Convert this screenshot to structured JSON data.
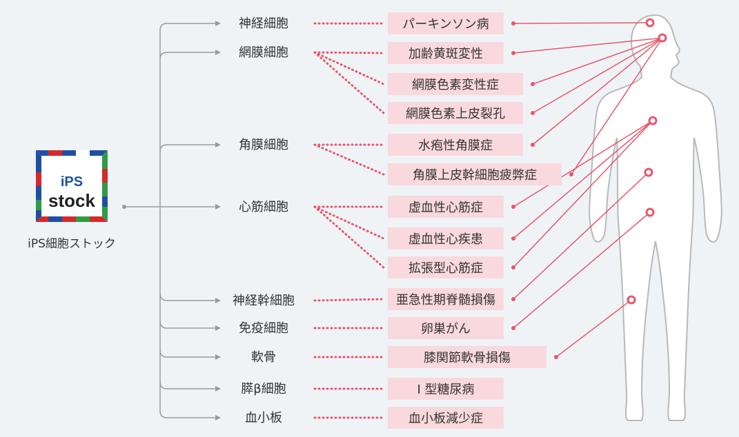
{
  "source": {
    "caption": "iPS細胞ストック",
    "logo_text_top": "iPS",
    "logo_text_bottom": "stock"
  },
  "cells": [
    {
      "label": "神経細胞",
      "diseases": [
        "パーキンソン病"
      ]
    },
    {
      "label": "網膜細胞",
      "diseases": [
        "加齢黄斑変性",
        "網膜色素変性症",
        "網膜色素上皮裂孔"
      ]
    },
    {
      "label": "角膜細胞",
      "diseases": [
        "水疱性角膜症",
        "角膜上皮幹細胞疲弊症"
      ]
    },
    {
      "label": "心筋細胞",
      "diseases": [
        "虚血性心筋症",
        "虚血性心疾患",
        "拡張型心筋症"
      ]
    },
    {
      "label": "神経幹細胞",
      "diseases": [
        "亜急性期脊髄損傷"
      ]
    },
    {
      "label": "免疫細胞",
      "diseases": [
        "卵巣がん"
      ]
    },
    {
      "label": "軟骨",
      "diseases": [
        "膝関節軟骨損傷"
      ]
    },
    {
      "label": "膵β細胞",
      "diseases": [
        "I 型糖尿病"
      ]
    },
    {
      "label": "血小板",
      "diseases": [
        "血小板減少症"
      ]
    }
  ],
  "colors": {
    "background": "#eff3f6",
    "disease_box": "#f9d9dd",
    "accent_red": "#e8556a",
    "tree_line": "#9a9a9a",
    "body_fill": "#ffffff",
    "body_stroke": "#b8b8b8"
  }
}
